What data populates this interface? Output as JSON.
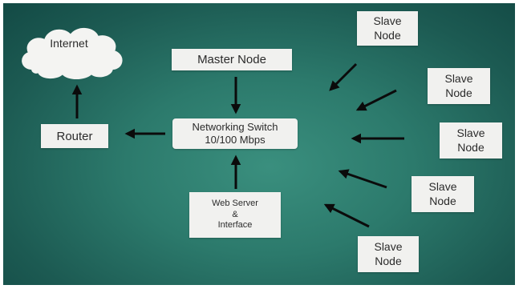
{
  "diagram": {
    "internet": {
      "label": "Internet"
    },
    "router": {
      "label": "Router"
    },
    "master_node": {
      "label": "Master Node"
    },
    "switch": {
      "line1": "Networking Switch",
      "line2": "10/100 Mbps"
    },
    "web_server": {
      "line1": "Web Server",
      "line2": "&",
      "line3": "Interface"
    },
    "slave_nodes": [
      {
        "line1": "Slave",
        "line2": "Node"
      },
      {
        "line1": "Slave",
        "line2": "Node"
      },
      {
        "line1": "Slave",
        "line2": "Node"
      },
      {
        "line1": "Slave",
        "line2": "Node"
      },
      {
        "line1": "Slave",
        "line2": "Node"
      }
    ]
  },
  "colors": {
    "background": "#2c7a6c",
    "box_fill": "#f1f1ef",
    "arrow": "#000000"
  }
}
